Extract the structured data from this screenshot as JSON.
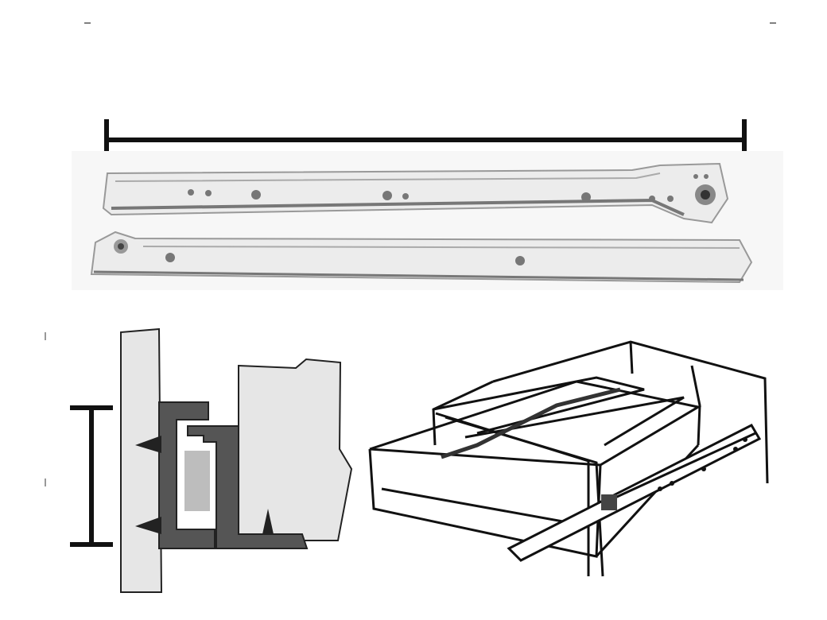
{
  "colors": {
    "background": "#ffffff",
    "line": "#111111",
    "rail": "#ececec",
    "rail_shadow": "#9a9a9a",
    "profile_dark": "#555555",
    "profile_light": "#bdbdbd",
    "panel": "#e6e6e6"
  },
  "icons": [
    "length-dimension",
    "height-dimension",
    "drawer-slide-rail",
    "slide-cross-section",
    "drawer-assembly"
  ]
}
